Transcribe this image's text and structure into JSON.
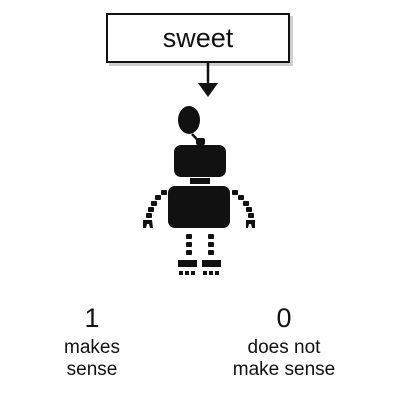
{
  "prompt": {
    "word": "sweet"
  },
  "options": [
    {
      "value": "1",
      "label": "makes\nsense"
    },
    {
      "value": "0",
      "label": "does not\nmake sense"
    }
  ],
  "icons": {
    "pointer": "down-arrow-icon",
    "figure": "robot-icon"
  },
  "colors": {
    "ink": "#111111",
    "background": "#ffffff"
  }
}
